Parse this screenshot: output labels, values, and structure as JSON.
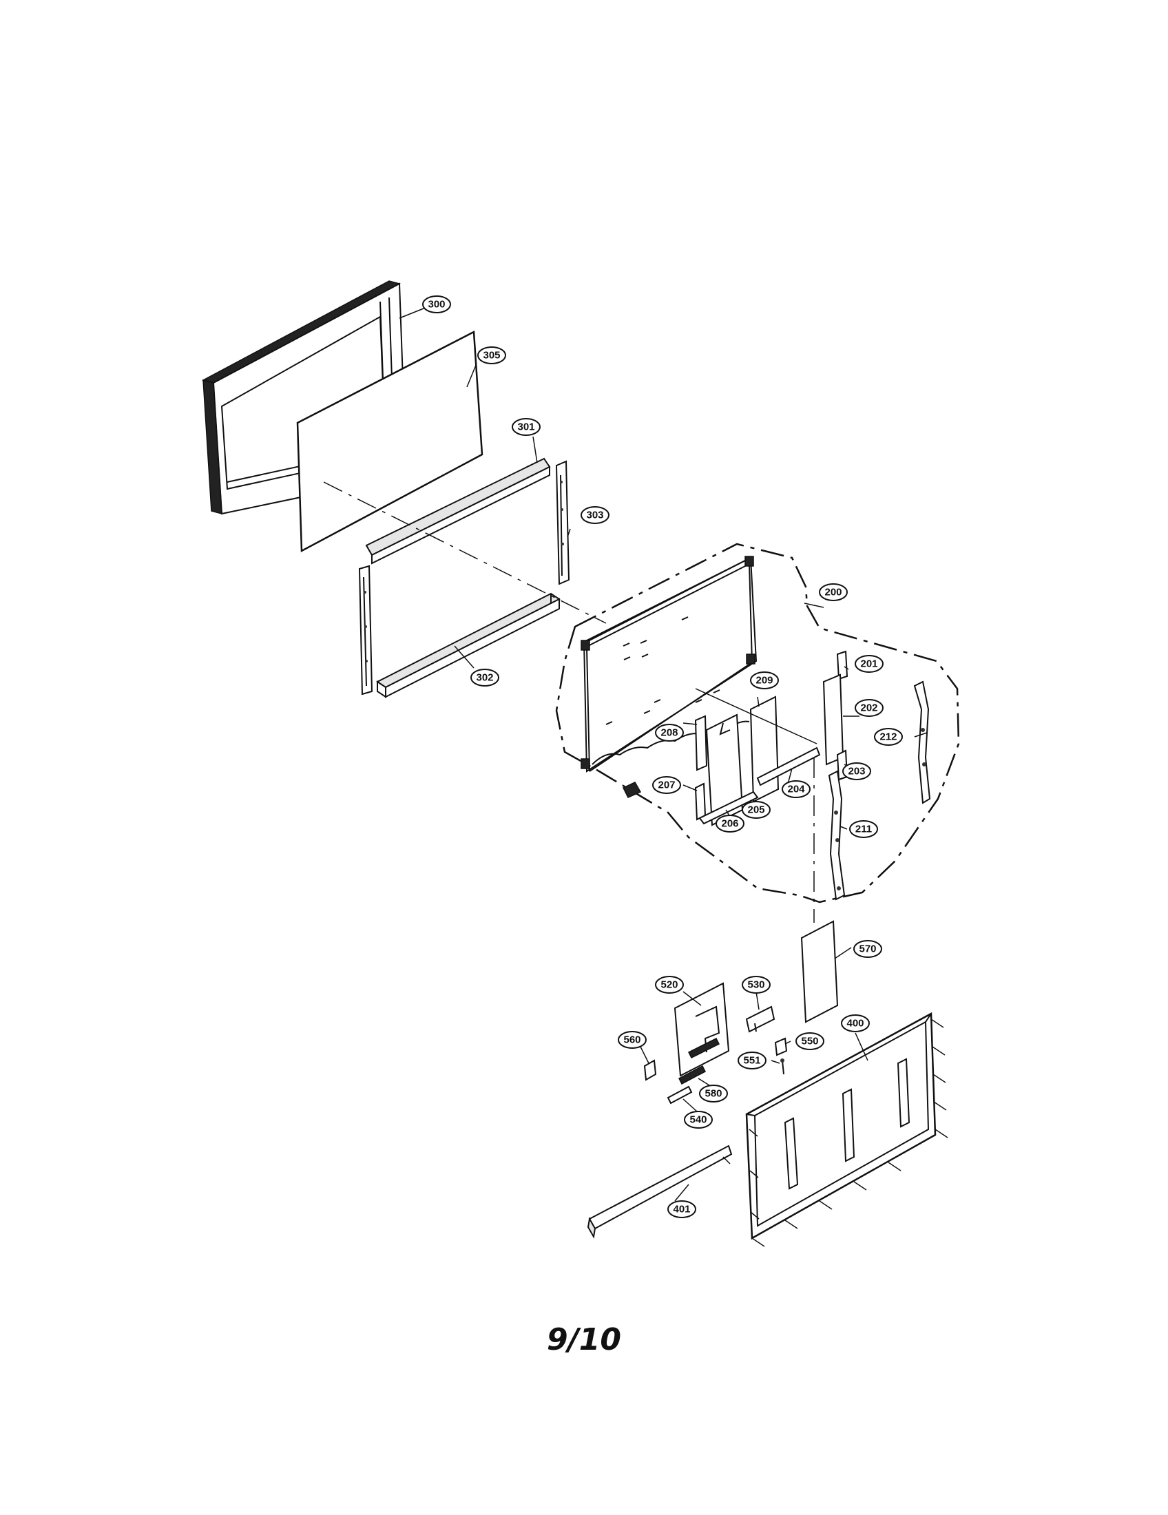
{
  "diagram": {
    "callouts": [
      {
        "id": "300",
        "label": "300"
      },
      {
        "id": "305",
        "label": "305"
      },
      {
        "id": "301",
        "label": "301"
      },
      {
        "id": "303",
        "label": "303"
      },
      {
        "id": "302",
        "label": "302"
      },
      {
        "id": "200",
        "label": "200"
      },
      {
        "id": "201",
        "label": "201"
      },
      {
        "id": "202",
        "label": "202"
      },
      {
        "id": "203",
        "label": "203"
      },
      {
        "id": "212",
        "label": "212"
      },
      {
        "id": "209",
        "label": "209"
      },
      {
        "id": "208",
        "label": "208"
      },
      {
        "id": "207",
        "label": "207"
      },
      {
        "id": "206",
        "label": "206"
      },
      {
        "id": "205",
        "label": "205"
      },
      {
        "id": "204",
        "label": "204"
      },
      {
        "id": "211",
        "label": "211"
      },
      {
        "id": "570",
        "label": "570"
      },
      {
        "id": "520",
        "label": "520"
      },
      {
        "id": "530",
        "label": "530"
      },
      {
        "id": "560",
        "label": "560"
      },
      {
        "id": "550",
        "label": "550"
      },
      {
        "id": "551",
        "label": "551"
      },
      {
        "id": "400",
        "label": "400"
      },
      {
        "id": "580",
        "label": "580"
      },
      {
        "id": "540",
        "label": "540"
      },
      {
        "id": "401",
        "label": "401"
      }
    ]
  },
  "page": {
    "number": "9/10"
  }
}
